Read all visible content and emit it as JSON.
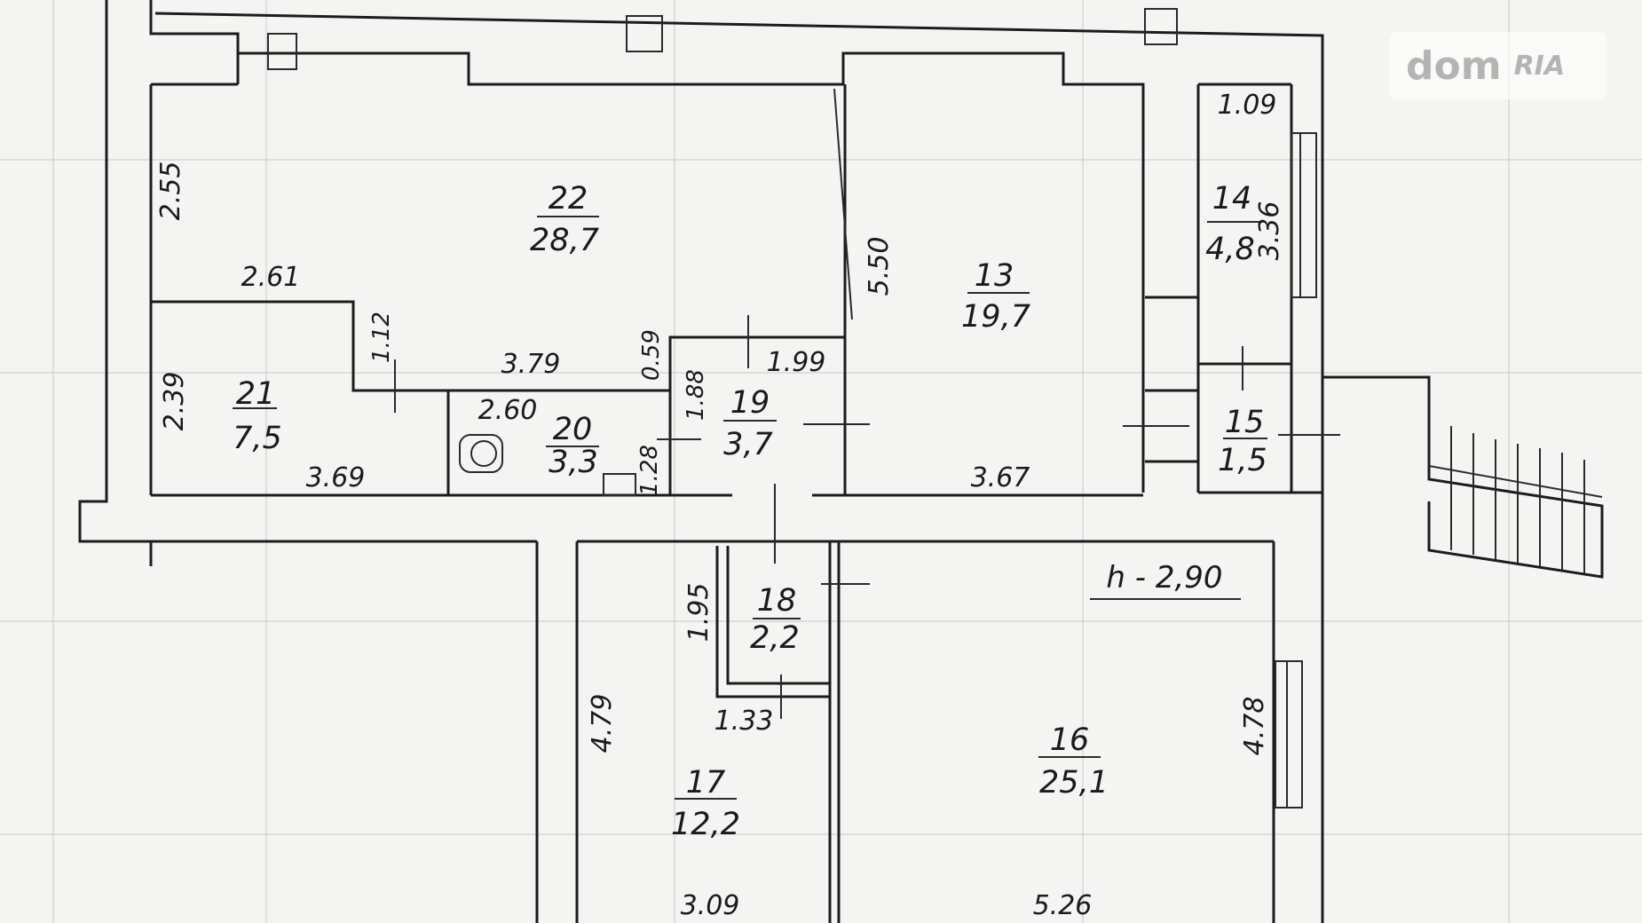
{
  "rooms": [
    {
      "number": "22",
      "area": "28,7"
    },
    {
      "number": "13",
      "area": "19,7"
    },
    {
      "number": "14",
      "area": "4,8"
    },
    {
      "number": "21",
      "area": "7,5"
    },
    {
      "number": "20",
      "area": "3,3"
    },
    {
      "number": "19",
      "area": "3,7"
    },
    {
      "number": "15",
      "area": "1,5"
    },
    {
      "number": "18",
      "area": "2,2"
    },
    {
      "number": "17",
      "area": "12,2"
    },
    {
      "number": "16",
      "area": "25,1"
    }
  ],
  "dimensions": {
    "d_2_55": "2.55",
    "d_2_61": "2.61",
    "d_5_50": "5.50",
    "d_1_09": "1.09",
    "d_3_36": "3.36",
    "d_1_12": "1.12",
    "d_0_59": "0.59",
    "d_3_79": "3.79",
    "d_1_99": "1.99",
    "d_2_39": "2.39",
    "d_2_60": "2.60",
    "d_1_88": "1.88",
    "d_3_69": "3.69",
    "d_1_28": "1.28",
    "d_3_67": "3.67",
    "d_1_95": "1.95",
    "d_1_33": "1.33",
    "d_4_79": "4.79",
    "d_4_78": "4.78",
    "d_3_09": "3.09",
    "d_5_26": "5.26"
  },
  "ceiling_height": "h - 2,90",
  "watermark": {
    "brand": "dom",
    "sub": "RIA"
  }
}
